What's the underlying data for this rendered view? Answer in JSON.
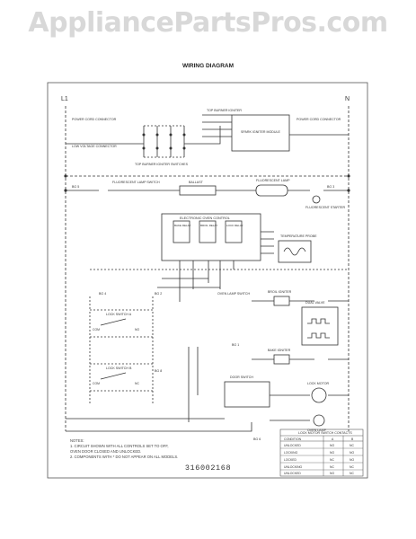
{
  "watermark": "AppliancePartsPros.com",
  "title": "WIRING DIAGRAM",
  "part_number": "316002168",
  "terminals": {
    "l1": "L1",
    "n": "N"
  },
  "labels": {
    "power_cord_left": "POWER CORD CONNECTOR",
    "power_cord_right": "POWER CORD CONNECTOR",
    "top_burner_igniter": "TOP BURNER IGNITER",
    "spark_module": "SPARK IGNITER MODULE",
    "low_voltage": "LOW VOLTAGE CONNECTOR",
    "burner_switches": "TOP BURNER IGNITER SWITCHES",
    "fluorescent_switch": "FLUORESCENT LAMP SWITCH",
    "ballast": "BALLAST",
    "fluorescent_lamp": "FLUORESCENT LAMP",
    "fluorescent_starter": "FLUORESCENT STARTER",
    "oven_control": "ELECTRONIC OVEN CONTROL",
    "temp_sensor": "TEMPERATURE PROBE",
    "oven_lamp_switch": "OVEN LAMP SWITCH",
    "bake_igniter": "BAKE IGNITER",
    "broil_igniter": "BROIL IGNITER",
    "dual_valve": "DUAL VALVE",
    "door_switch": "DOOR SWITCH",
    "lock_motor": "LOCK MOTOR",
    "oven_lamp": "OVEN LAMP",
    "lock_switch_a": "LOCK SWITCH A",
    "lock_switch_b": "LOCK SWITCH B",
    "bake_relay": "BAKE RELAY",
    "broil_relay": "BROIL RELAY",
    "lock_relay": "LOCK RELAY",
    "com": "COM",
    "no": "NO",
    "nc": "NC"
  },
  "bus_markers": [
    "BG 5",
    "BG 3",
    "BG 4",
    "BG 2",
    "BG 1",
    "BG 8",
    "BG 6"
  ],
  "notes": [
    "NOTES:",
    "1. CIRCUIT SHOWN WITH ALL CONTROLS SET TO OFF,",
    "   OVEN DOOR CLOSED AND UNLOCKED.",
    "2. COMPONENTS WITH * DO NOT APPEAR ON ALL MODELS."
  ],
  "table": {
    "title": "LOCK MOTOR SWITCH CONTACTS",
    "headers": [
      "CONDITION",
      "A",
      "B"
    ],
    "rows": [
      [
        "UNLOCKED",
        "NO",
        "NC"
      ],
      [
        "LOCKING",
        "NO",
        "NO"
      ],
      [
        "LOCKED",
        "NC",
        "NO"
      ],
      [
        "UNLOCKING",
        "NC",
        "NC"
      ],
      [
        "UNLOCKED",
        "NO",
        "NC"
      ]
    ]
  }
}
